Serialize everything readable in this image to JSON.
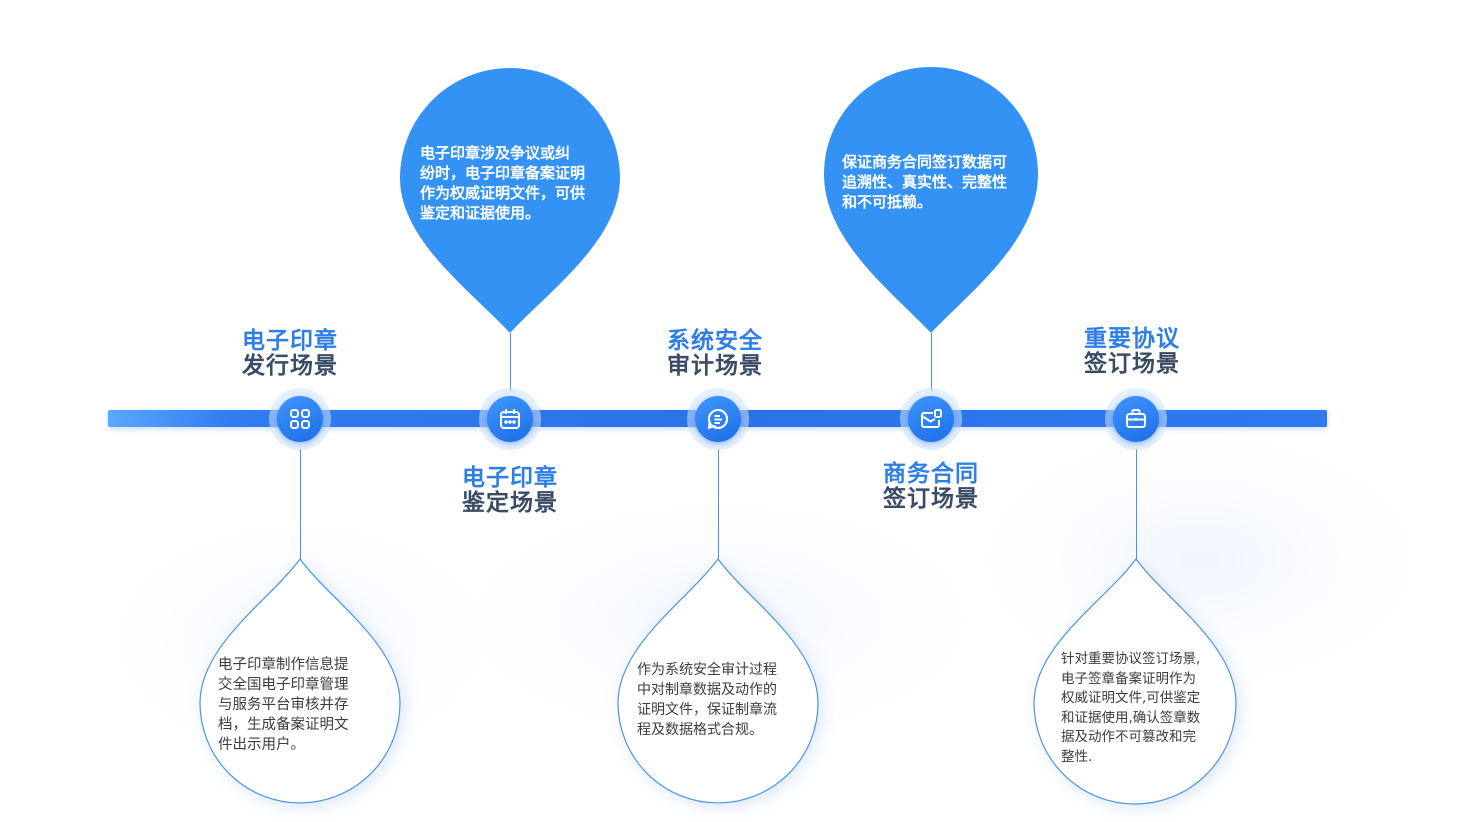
{
  "colors": {
    "primary_blue": "#2f7ee6",
    "drop_fill": "#3492f5",
    "title_dark": "#3a4b66",
    "text_dark": "#3d3d3d"
  },
  "scenes": [
    {
      "id": "issue",
      "title_line1": "电子印章",
      "title_line2": "发行场景",
      "icon": "grid-apps-icon",
      "desc_lines": [
        "电子印章制作信息提",
        "交全国电子印章管理",
        "与服务平台审核并存",
        "档，生成备案证明文",
        "件出示用户。"
      ]
    },
    {
      "id": "appraise",
      "title_line1": "电子印章",
      "title_line2": "鉴定场景",
      "icon": "calendar-icon",
      "desc_lines": [
        "电子印章涉及争议或纠",
        "纷时，电子印章备案证明",
        "作为权威证明文件，可供",
        "鉴定和证据使用。"
      ]
    },
    {
      "id": "audit",
      "title_line1": "系统安全",
      "title_line2": "审计场景",
      "icon": "document-list-icon",
      "desc_lines": [
        "作为系统安全审计过程",
        "中对制章数据及动作的",
        "证明文件，保证制章流",
        "程及数据格式合规。"
      ]
    },
    {
      "id": "contract",
      "title_line1": "商务合同",
      "title_line2": "签订场景",
      "icon": "mail-check-icon",
      "desc_lines": [
        "保证商务合同签订数据可",
        "追溯性、真实性、完整性",
        "和不可抵赖。"
      ]
    },
    {
      "id": "agreement",
      "title_line1": "重要协议",
      "title_line2": "签订场景",
      "icon": "briefcase-icon",
      "desc_lines": [
        "针对重要协议签订场景,",
        "电子签章备案证明作为",
        "权威证明文件,可供鉴定",
        "和证据使用,确认签章数",
        "据及动作不可篡改和完",
        "整性."
      ]
    }
  ]
}
